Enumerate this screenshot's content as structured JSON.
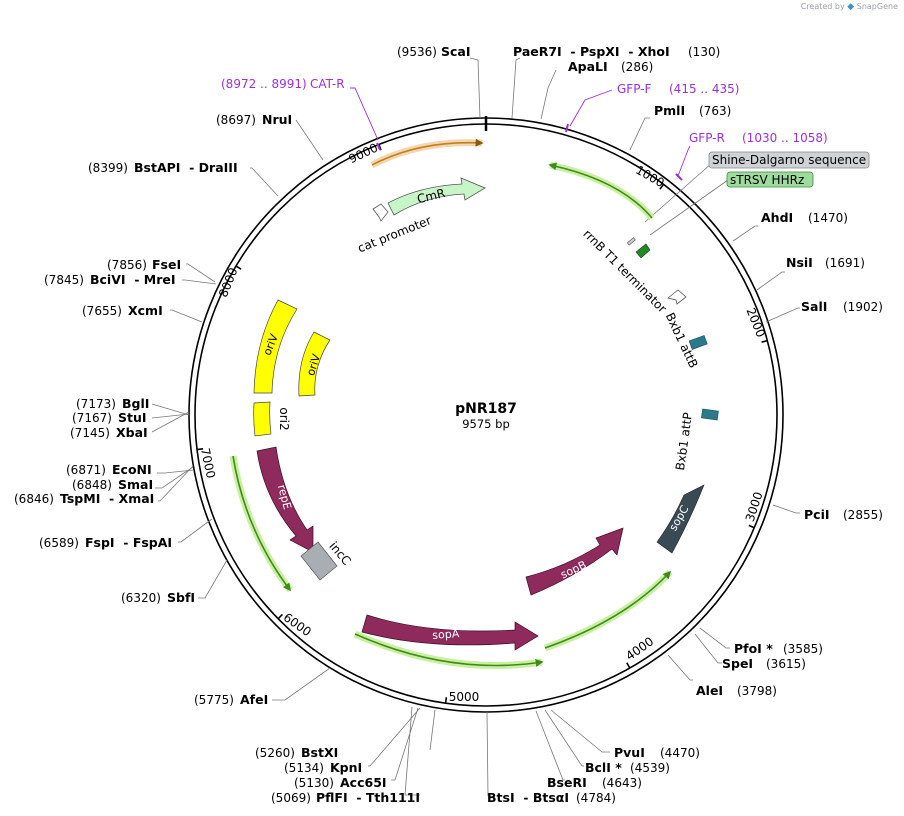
{
  "branding": {
    "created_by": "Created by",
    "product": "SnapGene"
  },
  "plasmid": {
    "name": "pNR187",
    "length": "9575 bp"
  },
  "tick_labels": [
    "1000",
    "2000",
    "3000",
    "4000",
    "5000",
    "6000",
    "7000",
    "8000",
    "9000"
  ],
  "enzyme_labels": [
    {
      "name": "ScaI",
      "pos": "(9536)"
    },
    {
      "name": "PaeR7I  - PspXI  - XhoI",
      "pos": "(130)"
    },
    {
      "name": "ApaLI",
      "pos": "(286)"
    },
    {
      "name": "PmlI",
      "pos": "(763)"
    },
    {
      "name": "AhdI",
      "pos": "(1470)"
    },
    {
      "name": "NsiI",
      "pos": "(1691)"
    },
    {
      "name": "SalI",
      "pos": "(1902)"
    },
    {
      "name": "PciI",
      "pos": "(2855)"
    },
    {
      "name": "PfoI *",
      "pos": "(3585)"
    },
    {
      "name": "SpeI",
      "pos": "(3615)"
    },
    {
      "name": "AleI",
      "pos": "(3798)"
    },
    {
      "name": "PvuI",
      "pos": "(4470)"
    },
    {
      "name": "BclI *",
      "pos": "(4539)"
    },
    {
      "name": "BseRI",
      "pos": "(4643)"
    },
    {
      "name": "BtsI  - BtsαI",
      "pos": "(4784)"
    },
    {
      "name": "BstXI",
      "pos": "(5260)"
    },
    {
      "name": "KpnI",
      "pos": "(5134)"
    },
    {
      "name": "Acc65I",
      "pos": "(5130)"
    },
    {
      "name": "PflFI  - Tth111I",
      "pos": "(5069)"
    },
    {
      "name": "AfeI",
      "pos": "(5775)"
    },
    {
      "name": "SbfI",
      "pos": "(6320)"
    },
    {
      "name": "FspI  - FspAI",
      "pos": "(6589)"
    },
    {
      "name": "EcoNI",
      "pos": "(6871)"
    },
    {
      "name": "SmaI",
      "pos": "(6848)"
    },
    {
      "name": "TspMI  - XmaI",
      "pos": "(6846)"
    },
    {
      "name": "BglI",
      "pos": "(7173)"
    },
    {
      "name": "StuI",
      "pos": "(7167)"
    },
    {
      "name": "XbaI",
      "pos": "(7145)"
    },
    {
      "name": "XcmI",
      "pos": "(7655)"
    },
    {
      "name": "FseI",
      "pos": "(7856)"
    },
    {
      "name": "BciVI  - MreI",
      "pos": "(7845)"
    },
    {
      "name": "BstAPI  - DraIII",
      "pos": "(8399)"
    },
    {
      "name": "NruI",
      "pos": "(8697)"
    }
  ],
  "primer_labels": [
    {
      "name": "CAT-R",
      "pos": "(8972 .. 8991)"
    },
    {
      "name": "GFP-F",
      "pos": "(415 .. 435)"
    },
    {
      "name": "GFP-R",
      "pos": "(1030 .. 1058)"
    }
  ],
  "boxed_labels": [
    {
      "text": "Shine-Dalgarno sequence"
    },
    {
      "text": "sTRSV HHRz"
    }
  ],
  "feature_labels": [
    {
      "text": "CmR"
    },
    {
      "text": "cat promoter"
    },
    {
      "text": "rrnB T1 terminator"
    },
    {
      "text": "Bxb1 attB"
    },
    {
      "text": "Bxb1 attP"
    },
    {
      "text": "oriV"
    },
    {
      "text": "oriV"
    },
    {
      "text": "ori2"
    },
    {
      "text": "repE"
    },
    {
      "text": "incC"
    },
    {
      "text": "sopA"
    },
    {
      "text": "sopB"
    },
    {
      "text": "sopC"
    }
  ],
  "colors": {
    "backbone": "#000000",
    "orf_green": "#3f8a1a",
    "orf_glow": "#c8f0a0",
    "primer_bind": "#e8a040",
    "primer_text": "#9b30d9",
    "rep_protein": "#8e2a5c",
    "origin": "#ffff00",
    "cmr": "#c8f5c8",
    "attB": "#2a7a8c",
    "sopC": "#3a4a55",
    "incC": "#a8aeb3",
    "shine_box": "#d0d3d6",
    "strsv_box": "#9edc9e"
  }
}
